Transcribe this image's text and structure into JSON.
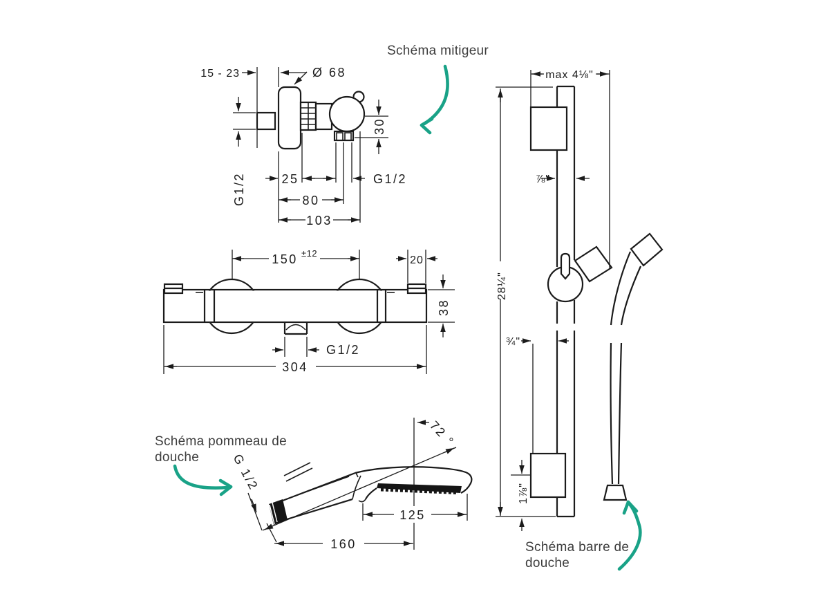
{
  "colors": {
    "background": "#ffffff",
    "ink": "#1b1b1b",
    "accent": "#19a287"
  },
  "mixer": {
    "title": "Schéma mitigeur",
    "dims": {
      "wall_range": "15 - 23",
      "diameter": "Ø 68",
      "drop": "30",
      "inlet_thread": "G1/2",
      "escutcheon_depth": "25",
      "outlet_thread": "G1/2",
      "hose_center": "80",
      "total_depth": "103"
    }
  },
  "thermostat": {
    "dims": {
      "centers": "150",
      "tolerance": "±12",
      "end_offset": "20",
      "height": "38",
      "outlet_thread": "G1/2",
      "width": "304"
    }
  },
  "handshower": {
    "title_line1": "Schéma pommeau de",
    "title_line2": "douche",
    "dims": {
      "angle": "72 °",
      "thread": "G 1/2",
      "head_length": "125",
      "total_length": "160"
    }
  },
  "bar": {
    "title_line1": "Schéma barre de",
    "title_line2": "douche",
    "dims": {
      "max_offset": "max 4⅛\"",
      "diameter": "⅞\"",
      "height": "28¼\"",
      "wall_gap": "¾\"",
      "bottom_end": "1⅞\""
    }
  }
}
